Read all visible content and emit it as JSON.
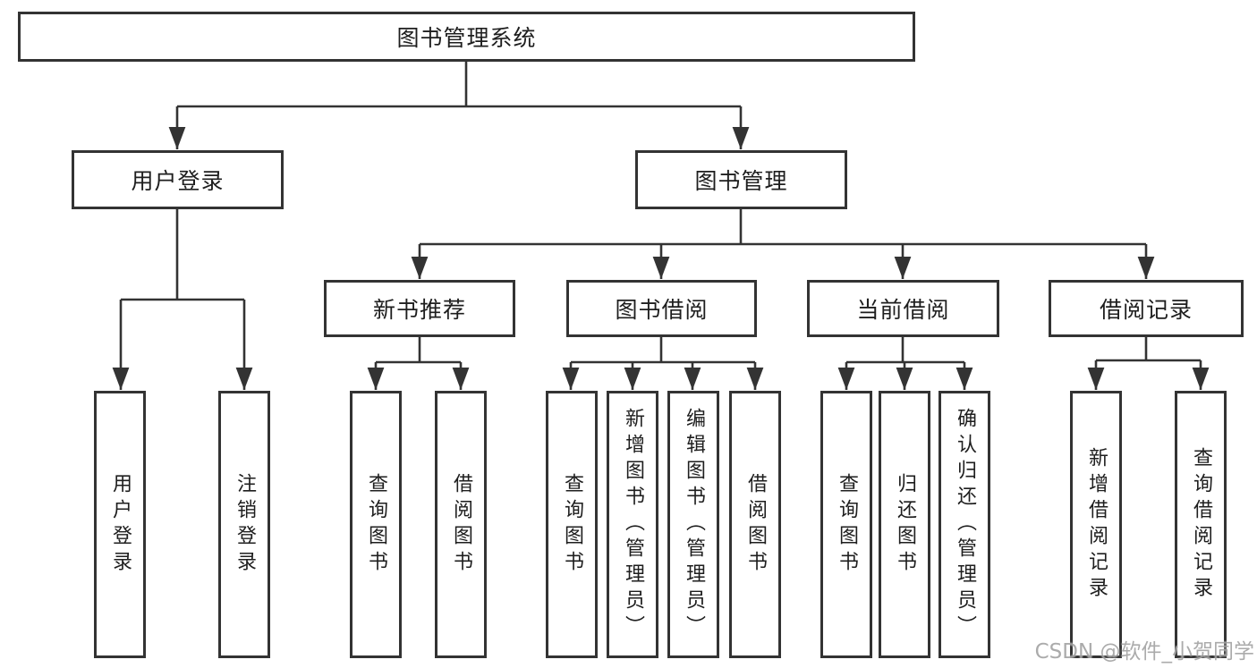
{
  "diagram": {
    "root": {
      "label": "图书管理系统"
    },
    "level1": {
      "user_login": {
        "label": "用户登录"
      },
      "book_management": {
        "label": "图书管理"
      }
    },
    "level2": {
      "new_book_recommend": {
        "label": "新书推荐"
      },
      "book_borrowing": {
        "label": "图书借阅"
      },
      "current_borrowing": {
        "label": "当前借阅"
      },
      "borrowing_records": {
        "label": "借阅记录"
      }
    },
    "leaves": {
      "user_login_leaf": {
        "label": "用户登录"
      },
      "logout_leaf": {
        "label": "注销登录"
      },
      "nbr_query_books": {
        "label": "查询图书"
      },
      "nbr_borrow_books": {
        "label": "借阅图书"
      },
      "bb_query_books": {
        "label": "查询图书"
      },
      "bb_add_books": {
        "label": "新增图书（管理员）"
      },
      "bb_edit_books": {
        "label": "编辑图书（管理员）"
      },
      "bb_borrow_books": {
        "label": "借阅图书"
      },
      "cb_query_books": {
        "label": "查询图书"
      },
      "cb_return_books": {
        "label": "归还图书"
      },
      "cb_confirm_return": {
        "label": "确认归还（管理员）"
      },
      "br_add_record": {
        "label": "新增借阅记录"
      },
      "br_query_record": {
        "label": "查询借阅记录"
      }
    },
    "colors": {
      "line": "#333333",
      "text": "#1e1e1e",
      "background": "#ffffff"
    }
  },
  "watermark": {
    "text": "CSDN @软件_小贺同学",
    "color": "#a3a3a3"
  }
}
